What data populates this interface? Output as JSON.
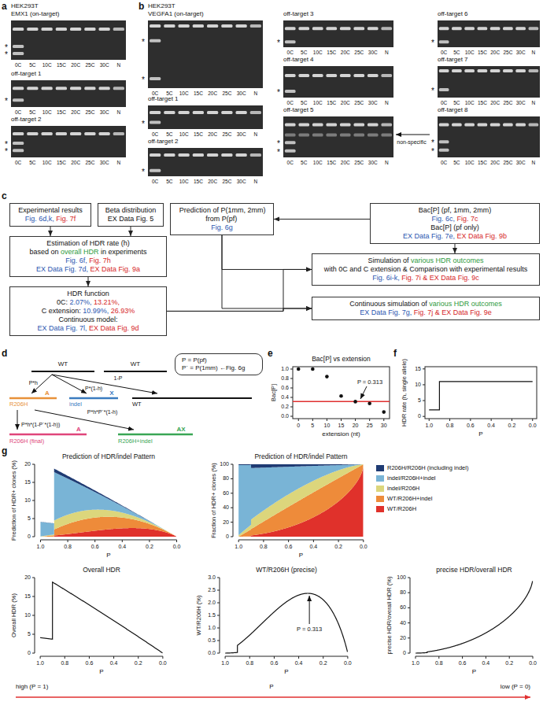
{
  "diagram": {
    "nodes": [
      {
        "text": [
          "Experimental results",
          "Fig. 6d,k,",
          "Fig. 7f"
        ]
      },
      {
        "text": [
          "Beta distribution",
          "EX Data Fig. 5"
        ]
      },
      {
        "text": [
          "Prediction of P(1mm, 2mm) from P(pf)",
          "Fig. 6g"
        ]
      },
      {
        "text": [
          "Bac[P] (pf, 1mm, 2mm)",
          "Fig. 6c,",
          "Fig. 7c",
          "Bac[P] (pf only)",
          "EX Data Fig. 7e,",
          "EX Data Fig. 9b"
        ]
      },
      {
        "text": [
          "Estimation of HDR rate (h)",
          "based on",
          "overall HDR",
          "in experiments",
          "Fig. 6f,",
          "Fig. 7h",
          "EX Data Fig. 7d,",
          "EX Data Fig. 9a"
        ]
      },
      {
        "text": [
          "HDR function",
          "0C:",
          "2.07%,",
          "13.21%,",
          "C extension:",
          "10.99%,",
          "26.93%",
          "Continuous model:",
          "EX Data Fig. 7l,",
          "EX Data Fig. 9d"
        ]
      },
      {
        "text": [
          "Simulation of",
          "various HDR outcomes",
          "with 0C and C extension & Comparison with experimental results",
          "Fig. 6i-k,",
          "Fig. 7i & EX Data Fig. 9c"
        ]
      },
      {
        "text": [
          "Continuous simulation of",
          "various HDR outcomes",
          "EX Data Fig. 7g,",
          "Fig. 7j & EX Data Fig. 9e"
        ]
      },
      {
        "text": [
          "P = P(pf)",
          "P´ = P(1mm) ←Fig. 6g"
        ]
      }
    ],
    "edges": [
      {
        "from": 0,
        "to": 4,
        "arrow": "to"
      },
      {
        "from": 1,
        "to": 4,
        "arrow": "to"
      },
      {
        "from": 3,
        "to": 2,
        "arrow": "to"
      },
      {
        "from": 2,
        "to": 6,
        "arrow": "to"
      },
      {
        "from": 2,
        "to": 7,
        "arrow": "to"
      },
      {
        "from": 4,
        "to": 5,
        "arrow": "to"
      },
      {
        "from": 5,
        "to": 6,
        "arrow": "to"
      },
      {
        "from": 5,
        "to": 7,
        "arrow": "to"
      },
      {
        "from": 3,
        "to": 6,
        "arrow": "to"
      }
    ],
    "labels": [
      "a",
      "HEK293T",
      "EMX1 (on-target)",
      "*",
      "*",
      "0C",
      "5C",
      "10C",
      "15C",
      "20C",
      "25C",
      "30C",
      "N",
      "off-target 1",
      "*",
      "0C",
      "5C",
      "10C",
      "15C",
      "20C",
      "25C",
      "30C",
      "N",
      "off-target 2",
      "*",
      "*",
      "0C",
      "5C",
      "10C",
      "15C",
      "20C",
      "25C",
      "30C",
      "N",
      "b",
      "HEK293T",
      "VEGFA1 (on-target)",
      "*",
      "*",
      "0C",
      "5C",
      "10C",
      "15C",
      "20C",
      "25C",
      "30C",
      "N",
      "off-target 1",
      "*",
      "0C",
      "5C",
      "10C",
      "15C",
      "20C",
      "25C",
      "30C",
      "N",
      "off-target 2",
      "*",
      "0C",
      "5C",
      "10C",
      "15C",
      "20C",
      "25C",
      "30C",
      "N",
      "off-target 3",
      "*",
      "0C",
      "5C",
      "10C",
      "15C",
      "20C",
      "25C",
      "30C",
      "N",
      "off-target 4",
      "*",
      "0C",
      "5C",
      "10C",
      "15C",
      "20C",
      "25C",
      "30C",
      "N",
      "off-target 5",
      "*",
      "*",
      "0C",
      "5C",
      "10C",
      "15C",
      "20C",
      "25C",
      "30C",
      "N",
      "non-specific",
      "off-target 6",
      "*",
      "0C",
      "5C",
      "10C",
      "15C",
      "20C",
      "25C",
      "30C",
      "N",
      "off-target 7",
      "*",
      "0C",
      "5C",
      "10C",
      "15C",
      "20C",
      "25C",
      "30C",
      "N",
      "off-target 8",
      "*",
      "*",
      "0C",
      "5C",
      "10C",
      "15C",
      "20C",
      "25C",
      "30C",
      "N",
      "c",
      "d",
      "WT",
      "WT",
      "P*h",
      "P*(1-h)",
      "1-P",
      "R206H",
      "A",
      "indel",
      "X",
      "WT",
      "P*h*(1-P´*(1-h))",
      "P*h*P´*(1-h)",
      "R206H (final)",
      "A",
      "R206H+indel",
      "AX",
      "e",
      "Bac[P] vs extension",
      "Bac[P]",
      "0.0",
      "0.2",
      "0.4",
      "0.6",
      "0.8",
      "1.0",
      "0",
      "5",
      "10",
      "15",
      "20",
      "25",
      "30",
      "extension (nt)",
      "P = 0.313",
      "f",
      "HDR rate (h, single allele)",
      "0",
      "5",
      "10",
      "15",
      "1.0",
      "0.8",
      "0.6",
      "0.4",
      "0.2",
      "0.0",
      "P",
      "g",
      "Prediction of HDR/indel Pattern",
      "Prediction of HDR+ clones (%)",
      "0",
      "5",
      "10",
      "15",
      "20",
      "1.0",
      "0.8",
      "0.6",
      "0.4",
      "0.2",
      "0.0",
      "P",
      "Prediction of HDR/indel Pattern",
      "Fraction of HDR+ clones (%)",
      "0",
      "20",
      "40",
      "60",
      "80",
      "100",
      "1.0",
      "0.8",
      "0.6",
      "0.4",
      "0.2",
      "0.0",
      "P",
      "Overall HDR",
      "Overall HDR (%)",
      "0",
      "5",
      "10",
      "15",
      "20",
      "1.0",
      "0.8",
      "0.6",
      "0.4",
      "0.2",
      "0.0",
      "P",
      "WT/R206H (precise)",
      "WT/R206H (%)",
      "0.0",
      "0.5",
      "1.0",
      "1.5",
      "2.0",
      "2.5",
      "3.0",
      "1.0",
      "0.8",
      "0.6",
      "0.4",
      "0.2",
      "0.0",
      "P",
      "P = 0.313",
      "precise HDR/overall HDR",
      "precise HDR/overall HDR (%)",
      "0",
      "20",
      "40",
      "60",
      "80",
      "100",
      "1.0",
      "0.8",
      "0.6",
      "0.4",
      "0.2",
      "0.0",
      "P",
      "high (P = 1)",
      "P",
      "low (P = 0)"
    ],
    "legend": [
      {
        "text": "R206H/R206H (including indel)",
        "color": "#1f3b73"
      },
      {
        "text": "indel/R206H+indel",
        "color": "#79b4d6"
      },
      {
        "text": "indel/R206H",
        "color": "#dcd67c"
      },
      {
        "text": "WT/R206H+indel",
        "color": "#ee8b3a"
      },
      {
        "text": "WT/R206H",
        "color": "#e0312b"
      }
    ]
  }
}
